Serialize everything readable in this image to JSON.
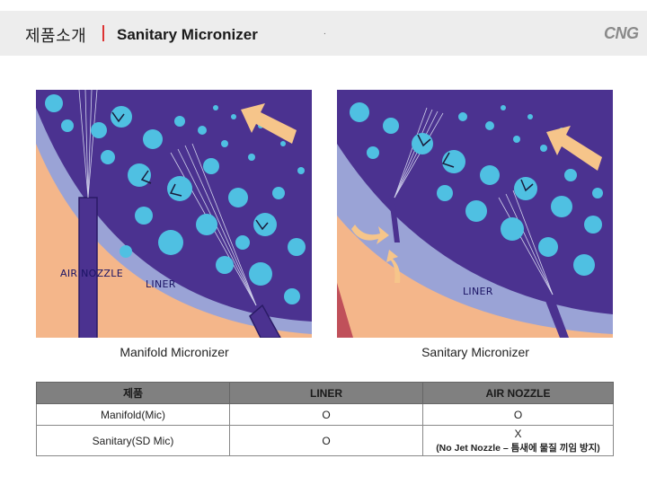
{
  "header": {
    "category": "제품소개",
    "title": "Sanitary Micronizer",
    "dot": ".",
    "logo": "CNG"
  },
  "figures": {
    "left": {
      "air_nozzle_label": "AIR NOZZLE",
      "liner_label": "LINER",
      "caption": "Manifold Micronizer"
    },
    "right": {
      "liner_label": "LINER",
      "caption": "Sanitary Micronizer"
    }
  },
  "colors": {
    "chamber": "#4b3290",
    "wall": "#9aa3d6",
    "outer": "#f4b68a",
    "particle": "#4fc0e2",
    "arrow": "#f6c58a",
    "table_header": "#808080"
  },
  "table": {
    "headers": [
      "제품",
      "LINER",
      "AIR NOZZLE"
    ],
    "rows": [
      {
        "product": "Manifold(Mic)",
        "liner": "O",
        "air_nozzle": "O",
        "air_nozzle_note": ""
      },
      {
        "product": "Sanitary(SD Mic)",
        "liner": "O",
        "air_nozzle": "X",
        "air_nozzle_note": "(No Jet Nozzle – 틈새에 물질 끼임 방지)"
      }
    ]
  }
}
